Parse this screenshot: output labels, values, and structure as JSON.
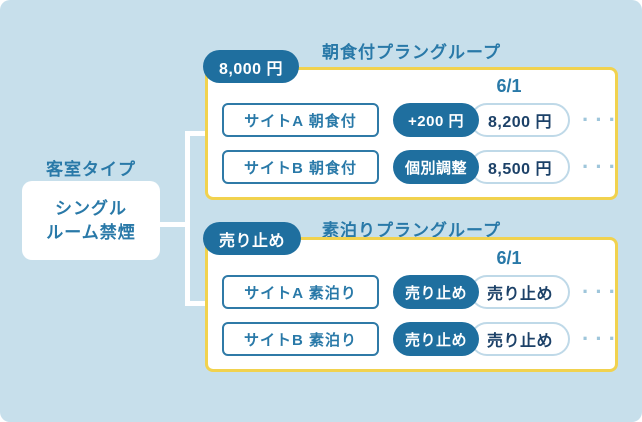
{
  "canvas": {
    "outer_bg": "#ffffff",
    "bg": "#c7dfeb"
  },
  "room": {
    "label": "客室タイプ",
    "name_line1": "シングル",
    "name_line2": "ルーム禁煙"
  },
  "groups": [
    {
      "title": "朝食付プラングループ",
      "badge": "8,000 円",
      "date": "6/1",
      "rows": [
        {
          "site": "サイトA 朝食付",
          "adjustment": "+200 円",
          "value": "8,200 円"
        },
        {
          "site": "サイトB 朝食付",
          "adjustment": "個別調整",
          "value": "8,500 円"
        }
      ]
    },
    {
      "title": "素泊りプラングループ",
      "badge": "売り止め",
      "date": "6/1",
      "rows": [
        {
          "site": "サイトA 素泊り",
          "adjustment": "売り止め",
          "value": "売り止め"
        },
        {
          "site": "サイトB 素泊り",
          "adjustment": "売り止め",
          "value": "売り止め"
        }
      ]
    }
  ],
  "icons": {
    "ellipsis": "···"
  },
  "colors": {
    "background": "#c7dfeb",
    "accent_teal": "#2979a8",
    "pill_dark": "#1f6f9f",
    "navy_text": "#1c4168",
    "border_yellow": "#f1d24e",
    "pill_border": "#bfd9e8",
    "connector": "#ffffff"
  }
}
